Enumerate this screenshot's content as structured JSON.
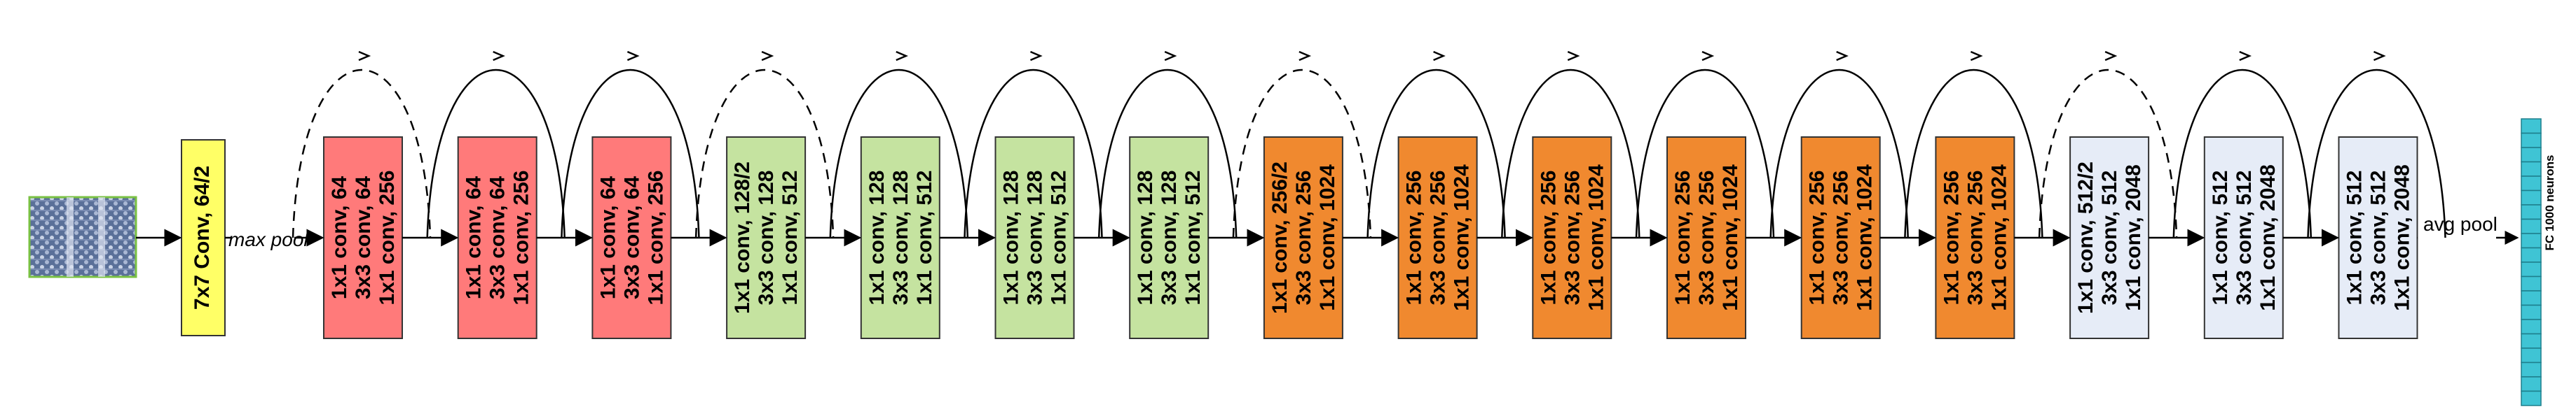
{
  "input_image": {
    "icon": "input-image-thumbnail"
  },
  "stem": {
    "conv_label": "7x7 Conv, 64/2",
    "pool_label": "max pool",
    "color": "#ffff66"
  },
  "blocks": [
    {
      "lines": [
        "1x1 conv, 64",
        "3x3 conv, 64",
        "1x1 conv, 256"
      ],
      "color": "#ff7a7a",
      "skip": "dashed"
    },
    {
      "lines": [
        "1x1 conv, 64",
        "3x3 conv, 64",
        "1x1 conv, 256"
      ],
      "color": "#ff7a7a",
      "skip": "solid"
    },
    {
      "lines": [
        "1x1 conv, 64",
        "3x3 conv, 64",
        "1x1 conv, 256"
      ],
      "color": "#ff7a7a",
      "skip": "solid"
    },
    {
      "lines": [
        "1x1 conv, 128/2",
        "3x3 conv, 128",
        "1x1 conv, 512"
      ],
      "color": "#c5e3a0",
      "skip": "dashed"
    },
    {
      "lines": [
        "1x1 conv, 128",
        "3x3 conv, 128",
        "1x1 conv, 512"
      ],
      "color": "#c5e3a0",
      "skip": "solid"
    },
    {
      "lines": [
        "1x1 conv, 128",
        "3x3 conv, 128",
        "1x1 conv, 512"
      ],
      "color": "#c5e3a0",
      "skip": "solid"
    },
    {
      "lines": [
        "1x1 conv, 128",
        "3x3 conv, 128",
        "1x1 conv, 512"
      ],
      "color": "#c5e3a0",
      "skip": "solid"
    },
    {
      "lines": [
        "1x1 conv, 256/2",
        "3x3 conv, 256",
        "1x1 conv, 1024"
      ],
      "color": "#f0892f",
      "skip": "dashed"
    },
    {
      "lines": [
        "1x1 conv, 256",
        "3x3 conv, 256",
        "1x1 conv, 1024"
      ],
      "color": "#f0892f",
      "skip": "solid"
    },
    {
      "lines": [
        "1x1 conv, 256",
        "3x3 conv, 256",
        "1x1 conv, 1024"
      ],
      "color": "#f0892f",
      "skip": "solid"
    },
    {
      "lines": [
        "1x1 conv, 256",
        "3x3 conv, 256",
        "1x1 conv, 1024"
      ],
      "color": "#f0892f",
      "skip": "solid"
    },
    {
      "lines": [
        "1x1 conv, 256",
        "3x3 conv, 256",
        "1x1 conv, 1024"
      ],
      "color": "#f0892f",
      "skip": "solid"
    },
    {
      "lines": [
        "1x1 conv, 256",
        "3x3 conv, 256",
        "1x1 conv, 1024"
      ],
      "color": "#f0892f",
      "skip": "solid"
    },
    {
      "lines": [
        "1x1 conv, 512/2",
        "3x3 conv, 512",
        "1x1 conv, 2048"
      ],
      "color": "#e6ecf7",
      "skip": "dashed"
    },
    {
      "lines": [
        "1x1 conv, 512",
        "3x3 conv, 512",
        "1x1 conv, 2048"
      ],
      "color": "#e6ecf7",
      "skip": "solid"
    },
    {
      "lines": [
        "1x1 conv, 512",
        "3x3 conv, 512",
        "1x1 conv, 2048"
      ],
      "color": "#e6ecf7",
      "skip": "solid"
    }
  ],
  "head": {
    "pool_label": "avg pool",
    "fc_label": "FC 1000 neurons",
    "fc_color": "#3fc4d4"
  }
}
